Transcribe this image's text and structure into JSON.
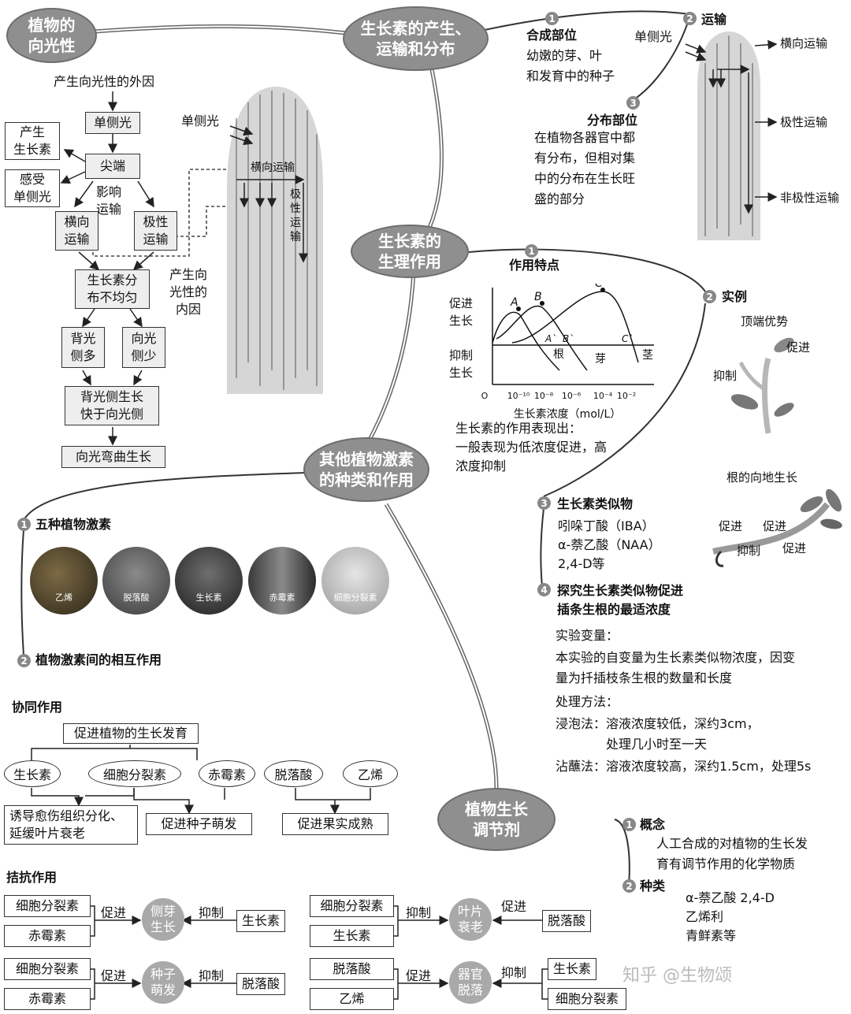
{
  "hubs": {
    "phototropism": "植物的\n向光性",
    "production": "生长素的产生、\n运输和分布",
    "physiology": "生长素的\n生理作用",
    "others": "其他植物激素\n的种类和作用",
    "regulators": "植物生长\n调节剂"
  },
  "phototropism": {
    "external_cause": "产生向光性的外因",
    "unilateral_light_box": "单侧光",
    "tip_box": "尖端",
    "produce_auxin": "产生\n生长素",
    "sense_light": "感受\n单侧光",
    "affect_transport": "影响\n运输",
    "lateral_transport": "横向\n运输",
    "polar_transport": "极性\n运输",
    "uneven": "生长素分\n布不均匀",
    "internal_cause": "产生向\n光性的\n内因",
    "back_more": "背光\n侧多",
    "front_less": "向光\n侧少",
    "faster": "背光侧生长\n快于向光侧",
    "bend": "向光弯曲生长",
    "diagram_light": "单侧光",
    "diagram_lateral": "横向运输",
    "diagram_polar": "极\n性\n运\n输"
  },
  "production": {
    "n1": "1",
    "synthesis_title": "合成部位",
    "synthesis_text": "幼嫩的芽、叶\n和发育中的种子",
    "n2": "2",
    "transport_title": "运输",
    "light": "单侧光",
    "lateral": "横向运输",
    "polar": "极性运输",
    "nonpolar": "非极性运输",
    "n3": "3",
    "distribution_title": "分布部位",
    "distribution_text": "在植物各器官中都\n有分布，但相对集\n中的分布在生长旺\n盛的部分"
  },
  "physiology": {
    "n1": "1",
    "feature_title": "作用特点",
    "chart_promote": "促进\n生长",
    "chart_inhibit": "抑制\n生长",
    "expression": "生长素的作用表现出：\n一般表现为低浓度促进，高\n浓度抑制",
    "n2": "2",
    "example_title": "实例",
    "apical": "顶端优势",
    "promote": "促进",
    "inhibit": "抑制",
    "root_geo": "根的向地生长",
    "rg_promote1": "促进",
    "rg_promote2": "促进",
    "rg_inhibit": "抑制",
    "rg_promote3": "促进",
    "n3": "3",
    "analog_title": "生长素类似物",
    "analog_list": "吲哚丁酸（IBA）\nα-萘乙酸（NAA）\n2,4-D等",
    "n4": "4",
    "explore_title": "探究生长素类似物促进\n插条生根的最适浓度",
    "variable_title": "实验变量：",
    "variable_text": "本实验的自变量为生长素类似物浓度，因变\n量为扦插枝条生根的数量和长度",
    "method_title": "处理方法：",
    "soak": "浸泡法：溶液浓度较低，深约3cm，\n　　　　处理几小时至一天",
    "dip": "沾蘸法：溶液浓度较高，深约1.5cm，处理5s"
  },
  "chart_data": {
    "type": "line",
    "xlabel": "生长素浓度（mol/L）",
    "x_ticks": [
      "O",
      "10⁻¹⁰",
      "10⁻⁸",
      "10⁻⁶",
      "10⁻⁴",
      "10⁻²"
    ],
    "series": [
      {
        "name": "根",
        "peak_label": "A",
        "cross_label": "A`"
      },
      {
        "name": "芽",
        "peak_label": "B",
        "cross_label": "B`"
      },
      {
        "name": "茎",
        "peak_label": "C",
        "cross_label": "C`"
      }
    ]
  },
  "others": {
    "n1": "1",
    "five_title": "五种植物激素",
    "photos": [
      "乙烯",
      "脱落酸",
      "生长素",
      "赤霉素",
      "细胞分裂素"
    ],
    "n2": "2",
    "interaction_title": "植物激素间的相互作用",
    "synergy_title": "协同作用",
    "promote_growth": "促进植物的生长发育",
    "auxin": "生长素",
    "cytokinin": "细胞分裂素",
    "gibberellin": "赤霉素",
    "aba": "脱落酸",
    "ethylene": "乙烯",
    "callus": "诱导愈伤组织分化、\n延缓叶片衰老",
    "germination": "促进种子萌发",
    "ripening": "促进果实成熟",
    "antagonism_title": "拮抗作用",
    "a1_l1": "细胞分裂素",
    "a1_l2": "赤霉素",
    "a1_act": "促进",
    "a1_center": "侧芽\n生长",
    "a1_inh": "抑制",
    "a1_r": "生长素",
    "a2_l1": "细胞分裂素",
    "a2_l2": "生长素",
    "a2_act": "抑制",
    "a2_center": "叶片\n衰老",
    "a2_pro": "促进",
    "a2_r": "脱落酸",
    "a3_l1": "细胞分裂素",
    "a3_l2": "赤霉素",
    "a3_act": "促进",
    "a3_center": "种子\n萌发",
    "a3_inh": "抑制",
    "a3_r": "脱落酸",
    "a4_l1": "脱落酸",
    "a4_l2": "乙烯",
    "a4_act": "促进",
    "a4_center": "器官\n脱落",
    "a4_inh": "抑制",
    "a4_r1": "生长素",
    "a4_r2": "细胞分裂素"
  },
  "regulators": {
    "n1": "1",
    "concept_title": "概念",
    "concept_text": "人工合成的对植物的生长发\n育有调节作用的化学物质",
    "n2": "2",
    "kinds_title": "种类",
    "kinds_text": "α-萘乙酸 2,4-D\n乙烯利\n青鲜素等"
  },
  "watermark": "知乎 @生物颂"
}
